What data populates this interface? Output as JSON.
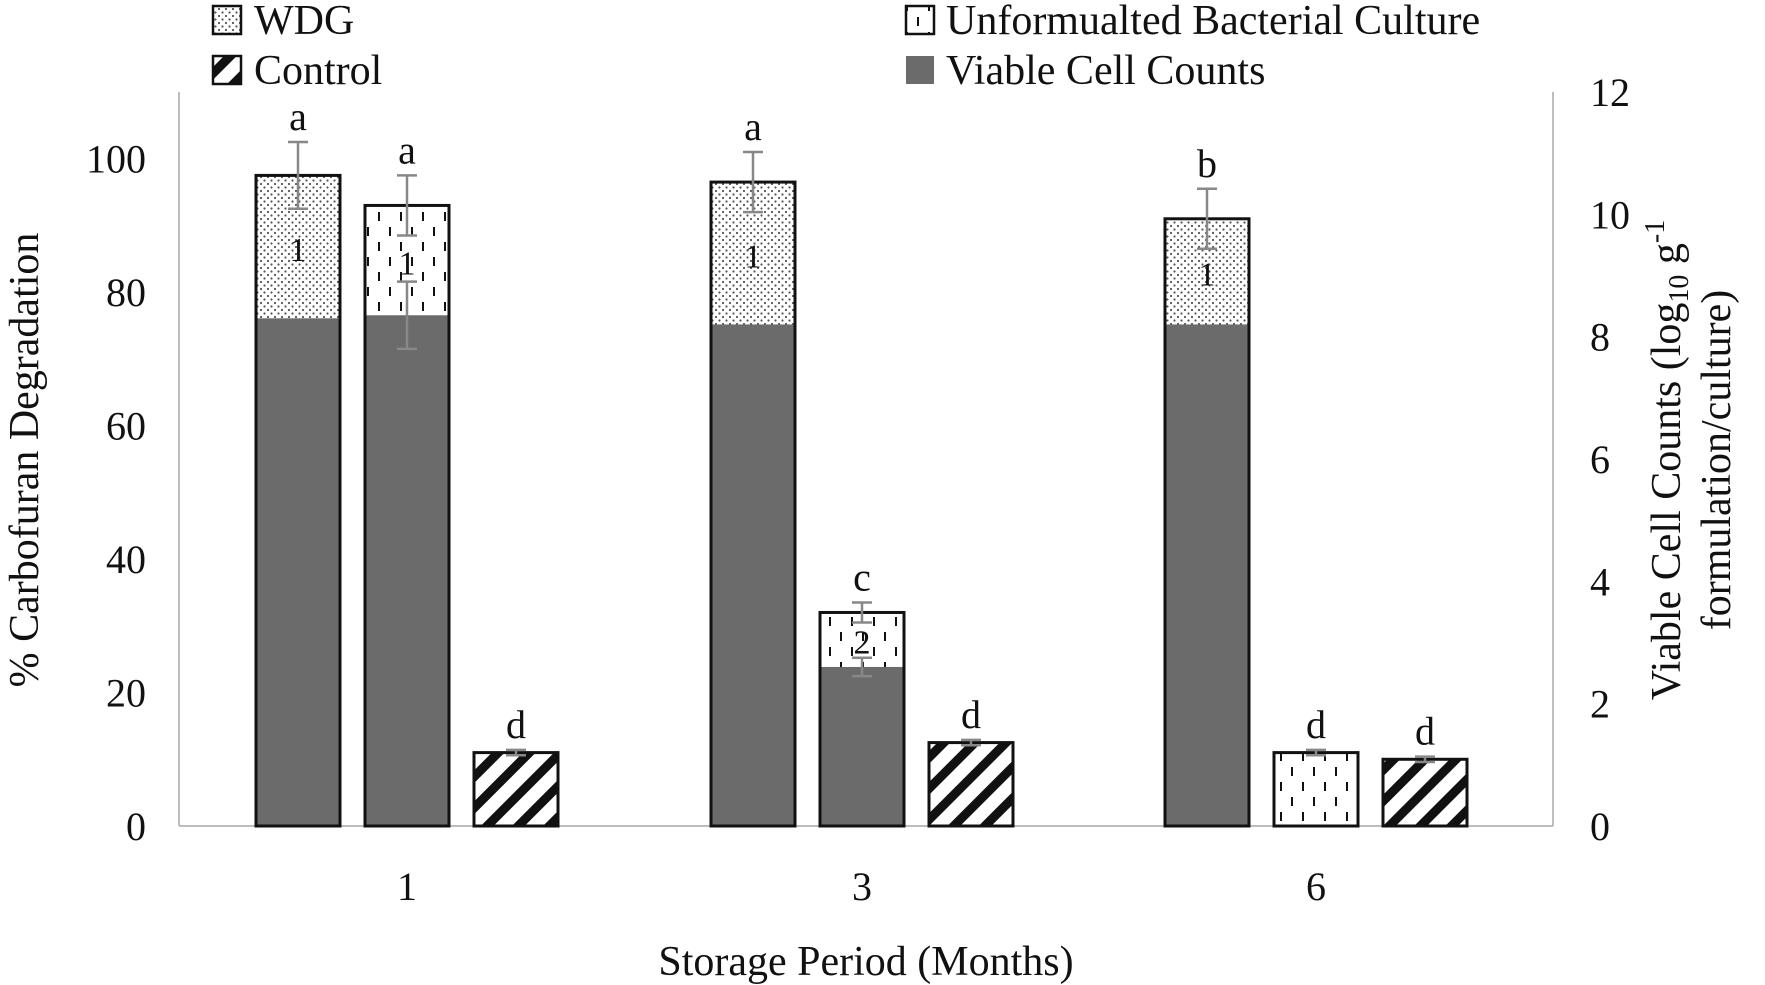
{
  "chart_data": {
    "type": "bar",
    "xlabel": "Storage Period (Months)",
    "ylabel_left": "% Carbofuran Degradation",
    "ylabel_right_line1": "Viable Cell Counts (log",
    "ylabel_right_sub": "10",
    "ylabel_right_mid": " g",
    "ylabel_right_sup": "-1",
    "ylabel_right_line2": "formulation/culture)",
    "ylim_left": [
      0,
      110
    ],
    "ylim_right": [
      0,
      12
    ],
    "yticks_left": [
      0,
      20,
      40,
      60,
      80,
      100
    ],
    "yticks_right": [
      0,
      2,
      4,
      6,
      8,
      10,
      12
    ],
    "grid": false,
    "legend_position": "top",
    "legend": [
      {
        "key": "wdg",
        "label": "WDG",
        "pattern": "dots"
      },
      {
        "key": "unf",
        "label": "Unformualted Bacterial Culture",
        "pattern": "dashes"
      },
      {
        "key": "control",
        "label": "Control",
        "pattern": "hatch"
      },
      {
        "key": "viable",
        "label": "Viable Cell Counts",
        "pattern": "solid"
      }
    ],
    "categories": [
      "1",
      "3",
      "6"
    ],
    "bars": [
      {
        "group": "1",
        "series": "WDG",
        "degradation": 97.5,
        "error": 5.0,
        "letter": "a",
        "viable_log": 8.3,
        "rank": "1"
      },
      {
        "group": "1",
        "series": "Unformualted Bacterial Culture",
        "degradation": 93.0,
        "error": 4.5,
        "letter": "a",
        "viable_log": 8.35,
        "rank": "1",
        "viable_error": 0.55
      },
      {
        "group": "1",
        "series": "Control",
        "degradation": 11.0,
        "error": 0.4,
        "letter": "d",
        "viable_log": 0,
        "rank": ""
      },
      {
        "group": "3",
        "series": "WDG",
        "degradation": 96.5,
        "error": 4.5,
        "letter": "a",
        "viable_log": 8.2,
        "rank": "1"
      },
      {
        "group": "3",
        "series": "Unformualted Bacterial Culture",
        "degradation": 32.0,
        "error": 1.5,
        "letter": "c",
        "viable_log": 2.6,
        "rank": "2",
        "viable_error": 0.15
      },
      {
        "group": "3",
        "series": "Control",
        "degradation": 12.5,
        "error": 0.4,
        "letter": "d",
        "viable_log": 0,
        "rank": ""
      },
      {
        "group": "6",
        "series": "WDG",
        "degradation": 91.0,
        "error": 4.5,
        "letter": "b",
        "viable_log": 8.2,
        "rank": "1"
      },
      {
        "group": "6",
        "series": "Unformualted Bacterial Culture",
        "degradation": 11.0,
        "error": 0.4,
        "letter": "d",
        "viable_log": 0,
        "rank": ""
      },
      {
        "group": "6",
        "series": "Control",
        "degradation": 10.0,
        "error": 0.4,
        "letter": "d",
        "viable_log": 0,
        "rank": ""
      }
    ]
  }
}
